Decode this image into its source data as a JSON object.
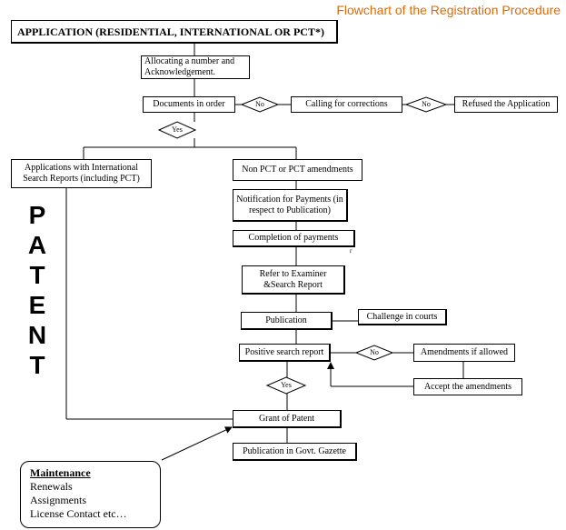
{
  "header": {
    "title": "Flowchart of the Registration Procedure"
  },
  "nodes": {
    "application": "APPLICATION (RESIDENTIAL, INTERNATIONAL OR PCT*)",
    "allocating": "Allocating a number and Acknowledgement.",
    "documents": "Documents in order",
    "calling": "Calling for corrections",
    "refused": "Refused the Application",
    "intl": "Applications with International Search Reports (including PCT)",
    "nonpct": "Non PCT or PCT amendments",
    "notification": "Notification for Payments (in respect to Publication)",
    "completion": "Completion of payments",
    "refer": "Refer to Examiner &Search Report",
    "publication": "Publication",
    "challenge": "Challenge in courts",
    "positive": "Positive search  report",
    "amendments": "Amendments if allowed",
    "accept": "Accept the amendments",
    "grant": "Grant of Patent",
    "gazette": "Publication in Govt. Gazette"
  },
  "decisions": {
    "no1": "No",
    "no2": "No",
    "yes1": "Yes",
    "no3": "No",
    "yes2": "Yes"
  },
  "side_label": [
    "P",
    "A",
    "T",
    "E",
    "N",
    "T"
  ],
  "maintenance": {
    "title": "Maintenance",
    "items": [
      "Renewals",
      "Assignments",
      "License Contact etc…"
    ]
  },
  "stray_mark": "r"
}
